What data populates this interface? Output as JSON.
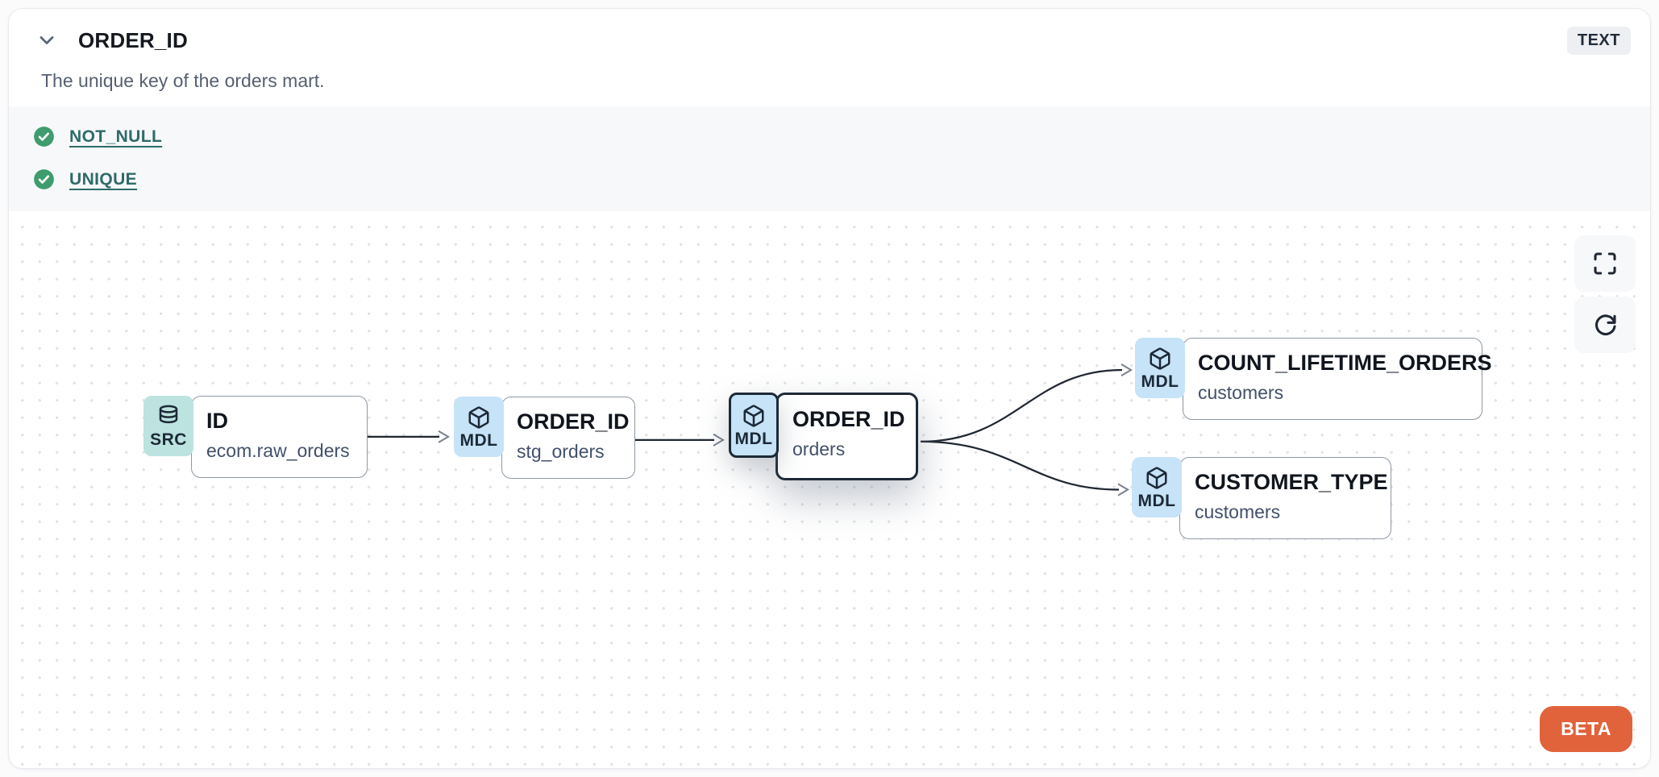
{
  "header": {
    "title": "ORDER_ID",
    "type_badge": "TEXT",
    "description": "The unique key of the orders mart."
  },
  "tests": [
    {
      "label": "NOT_NULL",
      "status": "pass"
    },
    {
      "label": "UNIQUE",
      "status": "pass"
    }
  ],
  "lineage": {
    "nodes": [
      {
        "kind": "SRC",
        "title": "ID",
        "subtitle": "ecom.raw_orders",
        "selected": false
      },
      {
        "kind": "MDL",
        "title": "ORDER_ID",
        "subtitle": "stg_orders",
        "selected": false
      },
      {
        "kind": "MDL",
        "title": "ORDER_ID",
        "subtitle": "orders",
        "selected": true
      },
      {
        "kind": "MDL",
        "title": "COUNT_LIFETIME_ORDERS",
        "subtitle": "customers",
        "selected": false
      },
      {
        "kind": "MDL",
        "title": "CUSTOMER_TYPE",
        "subtitle": "customers",
        "selected": false
      }
    ],
    "beta_label": "BETA"
  },
  "icons": {
    "chevron": "chevron-down-icon",
    "check": "check-circle-icon",
    "source": "database-icon",
    "model": "cube-icon",
    "fullscreen": "fullscreen-icon",
    "refresh": "refresh-icon"
  },
  "colors": {
    "accent_orange": "#e0633c",
    "test_green": "#3e9c6e",
    "link_teal": "#2e6b68",
    "badge_src_bg": "#bce3df",
    "badge_mdl_bg": "#c6e3f8",
    "selected_border": "#1d2936",
    "tests_section_bg": "#f7f8fa",
    "edge": "#1f2731"
  }
}
